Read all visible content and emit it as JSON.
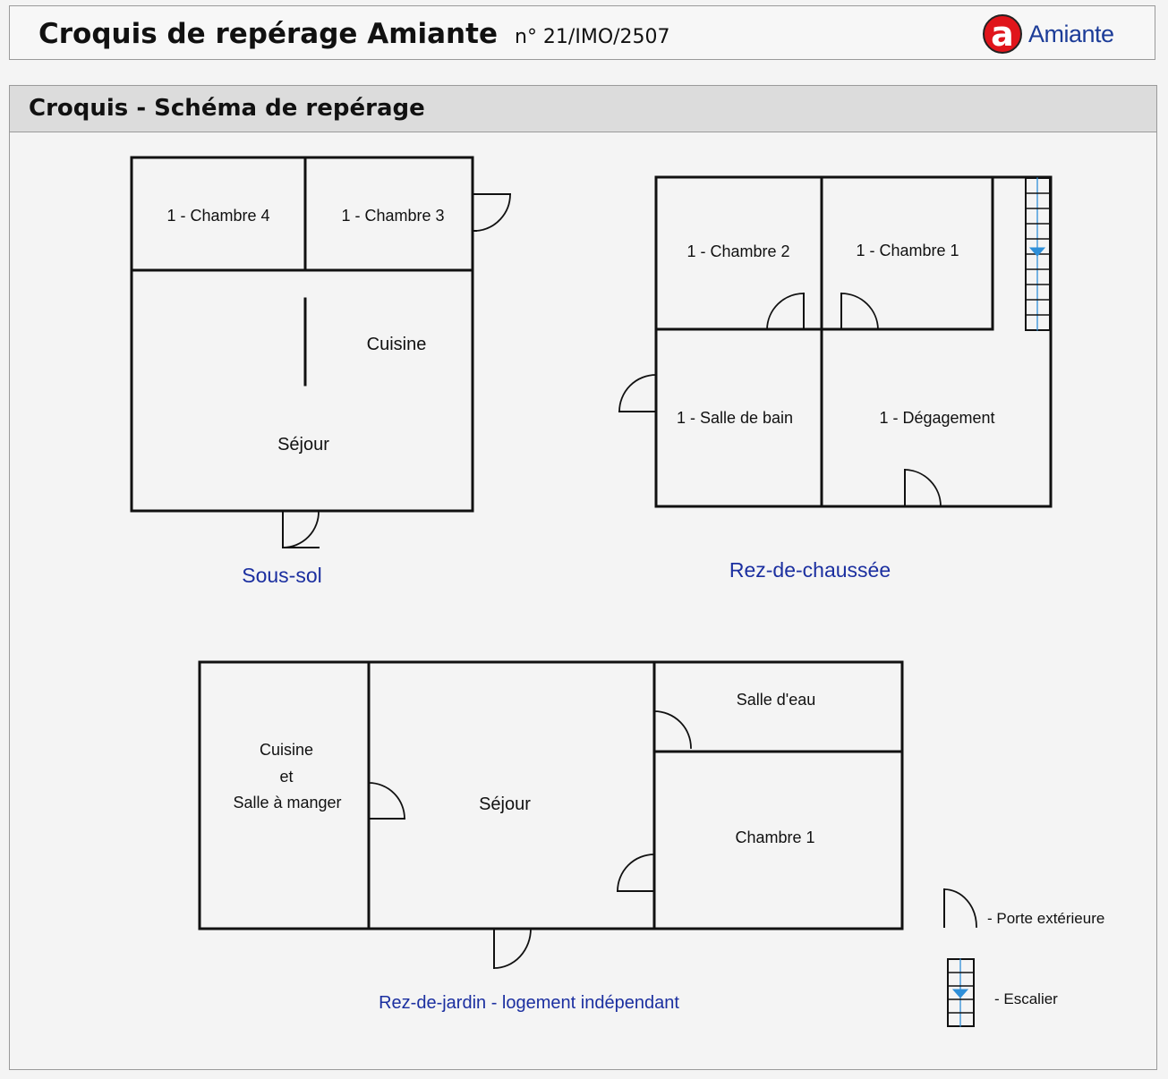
{
  "header": {
    "title": "Croquis de repérage Amiante",
    "reference": "n° 21/IMO/2507",
    "logo_letter": "a",
    "logo_text": "Amiante"
  },
  "section": {
    "title": "Croquis - Schéma de repérage"
  },
  "plans": {
    "sous_sol": {
      "caption": "Sous-sol",
      "rooms": [
        "1 - Chambre 4",
        "1 - Chambre 3",
        "Cuisine",
        "Séjour"
      ]
    },
    "rez_de_chaussee": {
      "caption": "Rez-de-chaussée",
      "rooms": [
        "1 - Chambre 2",
        "1 - Chambre 1",
        "1 - Salle de bain",
        "1 - Dégagement"
      ]
    },
    "rez_de_jardin": {
      "caption": "Rez-de-jardin - logement indépendant",
      "rooms": [
        "Cuisine",
        "et",
        "Salle à manger",
        "Séjour",
        "Salle d'eau",
        "Chambre 1"
      ]
    }
  },
  "legend": {
    "exterior_door": "- Porte extérieure",
    "stairs": "- Escalier"
  },
  "colors": {
    "caption": "#1b2fa0",
    "walls": "#111111",
    "stairs_arrow": "#2f8fd8",
    "logo_red": "#e0151b",
    "logo_blue": "#1c3c98"
  }
}
